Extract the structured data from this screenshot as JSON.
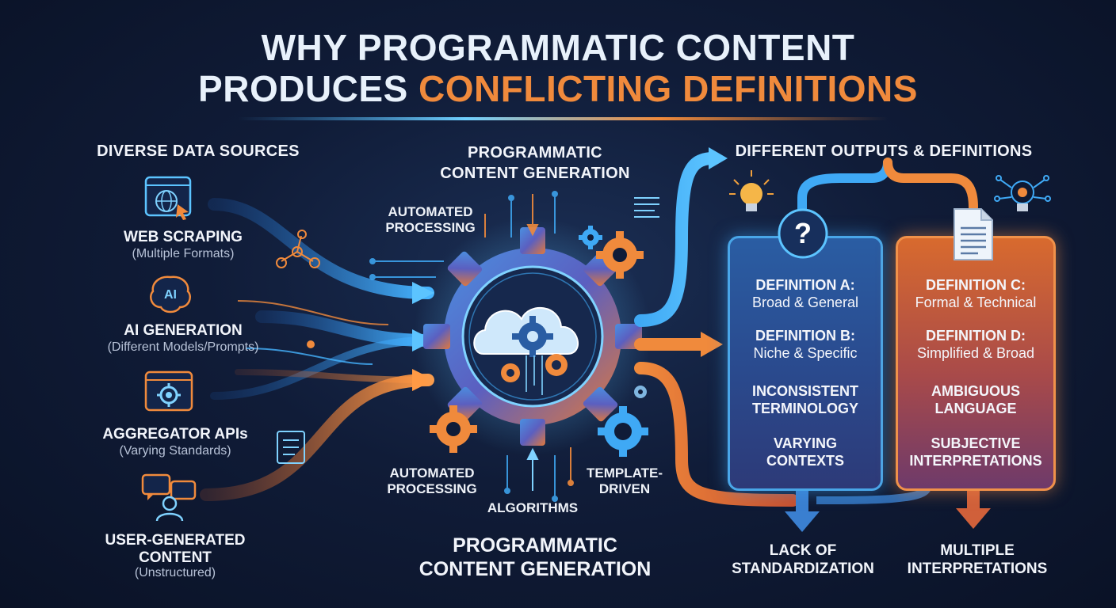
{
  "title": {
    "line1": "WHY PROGRAMMATIC CONTENT",
    "line2_a": "PRODUCES ",
    "line2_b": "CONFLICTING DEFINITIONS"
  },
  "colors": {
    "blue": "#3fa9f5",
    "orange": "#f08a3c",
    "background": "#101c38"
  },
  "sources": {
    "header": "DIVERSE DATA SOURCES",
    "items": [
      {
        "title": "WEB SCRAPING",
        "subtitle": "(Multiple Formats)",
        "icon": "web-browser-globe-icon"
      },
      {
        "title": "AI GENERATION",
        "subtitle": "(Different Models/Prompts)",
        "icon": "ai-brain-icon"
      },
      {
        "title": "AGGREGATOR APIs",
        "subtitle": "(Varying Standards)",
        "icon": "api-gear-window-icon"
      },
      {
        "title": "USER-GENERATED CONTENT",
        "title_line1": "USER-GENERATED",
        "title_line2": "CONTENT",
        "subtitle": "(Unstructured)",
        "icon": "user-chat-icon"
      }
    ]
  },
  "engine": {
    "header_line1": "PROGRAMMATIC",
    "header_line2": "CONTENT GENERATION",
    "top_label_line1": "AUTOMATED",
    "top_label_line2": "PROCESSING",
    "bottom_left_line1": "AUTOMATED",
    "bottom_left_line2": "PROCESSING",
    "bottom_center": "ALGORITHMS",
    "bottom_right_line1": "TEMPLATE-",
    "bottom_right_line2": "DRIVEN",
    "footer_line1": "PROGRAMMATIC",
    "footer_line2": "CONTENT GENERATION",
    "center_icon": "cloud-gear-icon"
  },
  "outputs": {
    "header": "DIFFERENT OUTPUTS & DEFINITIONS",
    "left_panel": {
      "icon": "question-mark-icon",
      "items": [
        {
          "line1": "DEFINITION A:",
          "line2": "Broad & General"
        },
        {
          "line1": "DEFINITION B:",
          "line2": "Niche & Specific"
        },
        {
          "line1": "INCONSISTENT",
          "line2": "TERMINOLOGY"
        },
        {
          "line1": "VARYING",
          "line2": "CONTEXTS"
        }
      ]
    },
    "right_panel": {
      "icon": "document-icon",
      "items": [
        {
          "line1": "DEFINITION C:",
          "line2": "Formal & Technical"
        },
        {
          "line1": "DEFINITION D:",
          "line2": "Simplified & Broad"
        },
        {
          "line1": "AMBIGUOUS",
          "line2": "LANGUAGE"
        },
        {
          "line1": "SUBJECTIVE",
          "line2": "INTERPRETATIONS"
        }
      ]
    },
    "outcomes": [
      {
        "line1": "LACK OF",
        "line2": "STANDARDIZATION"
      },
      {
        "line1": "MULTIPLE",
        "line2": "INTERPRETATIONS"
      }
    ]
  }
}
